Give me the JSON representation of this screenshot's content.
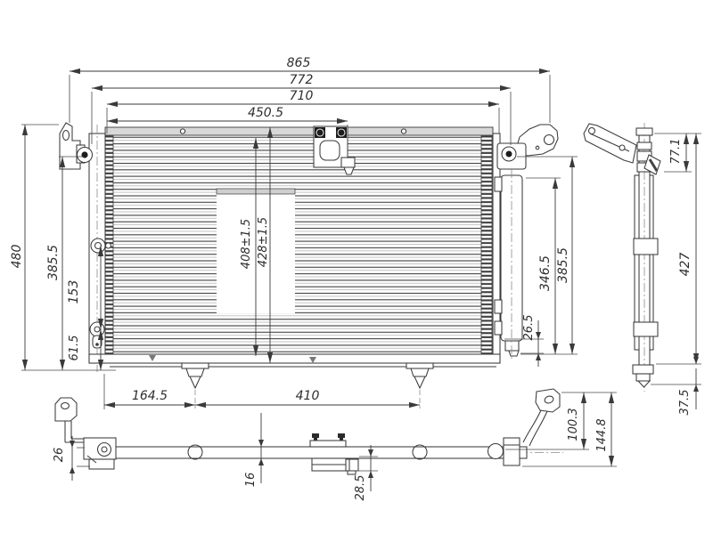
{
  "drawing": {
    "type": "technical-drawing-condenser",
    "colors": {
      "line": "#3a3a3a",
      "extension_line": "#4a4a4a",
      "centerline": "#8a8a8a",
      "header_fill": "#d8d8d8",
      "label_band_fill": "#cfcfcf",
      "background": "#ffffff",
      "bolt_fill": "#1d1d1d"
    },
    "dims": {
      "overall_width": "865",
      "mounting_width": "772",
      "core_width": "710",
      "top_bracket_offset": "450.5",
      "overall_height": "480",
      "left_mount_height": "385.5",
      "port_spacing": "153",
      "lower_port_height": "61.5",
      "core_height_a": "408±1.5",
      "core_height_b": "428±1.5",
      "drier_length": "346.5",
      "right_mount_height": "385.5",
      "drier_bottom_offset": "26.5",
      "pin_left_offset": "164.5",
      "pin_spacing": "410",
      "side_top_depth": "77.1",
      "side_height": "427",
      "side_bottom_depth": "37.5",
      "lower_bracket_rise": "100.3",
      "lower_bracket_height": "144.8",
      "lower_left_depth": "26",
      "bar_thickness": "16",
      "center_fitting_drop": "28.5"
    }
  }
}
